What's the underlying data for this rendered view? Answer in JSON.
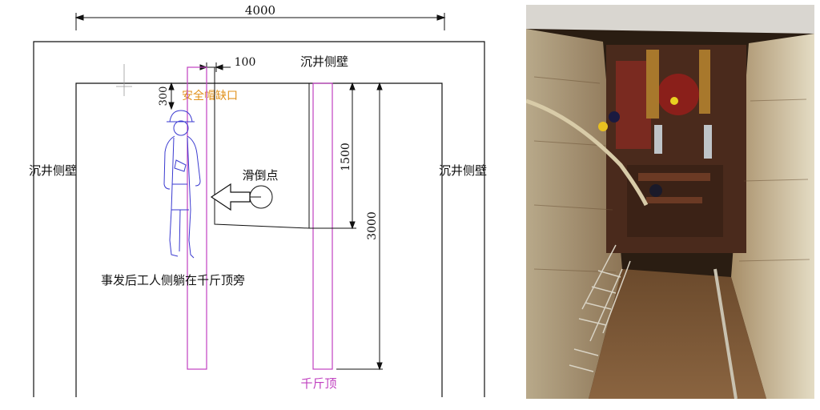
{
  "diagram": {
    "dim_width": "4000",
    "dim_100": "100",
    "dim_300": "300",
    "dim_1500": "1500",
    "dim_3000": "3000",
    "wall_top": "沉井侧壁",
    "wall_left": "沉井侧壁",
    "wall_right": "沉井侧壁",
    "helmet_gap": "安全帽缺口",
    "slip_point": "滑倒点",
    "worker_note": "事发后工人侧躺在千斤顶旁",
    "jack": "千斤顶"
  },
  "colors": {
    "line": "#111111",
    "jack": "#c040c0",
    "worker": "#3a3ad0",
    "helmet_label": "#e0901a"
  }
}
